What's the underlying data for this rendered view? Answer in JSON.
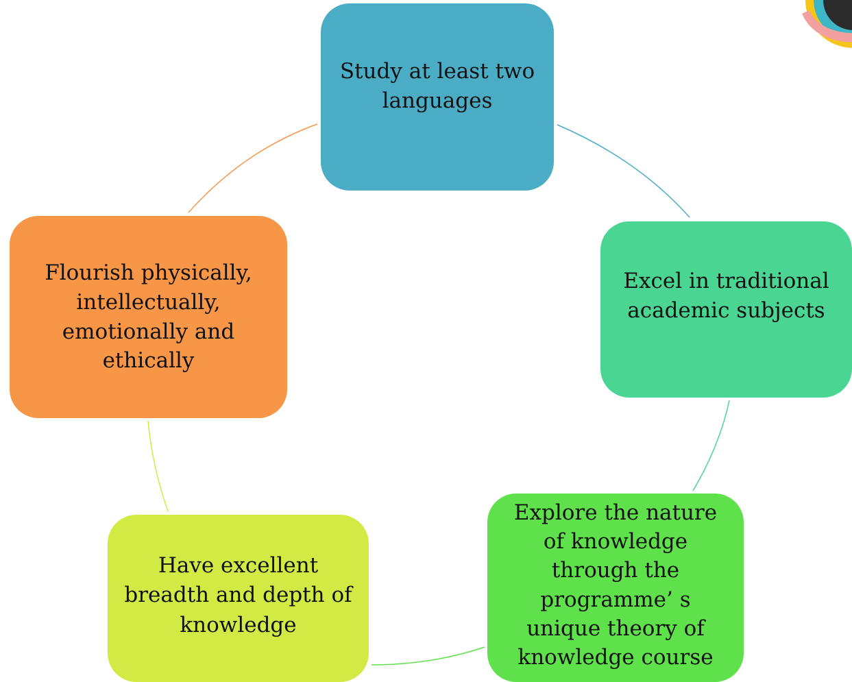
{
  "nodes": [
    {
      "id": "languages",
      "text": "Study at least two languages",
      "lines": [
        "Study at least two",
        "languages"
      ],
      "color": "#4BACC6"
    },
    {
      "id": "academic",
      "text": "Excel in traditional academic subjects",
      "lines": [
        "Excel in traditional",
        "academic subjects"
      ],
      "color": "#4AD592"
    },
    {
      "id": "tok",
      "text": "Explore the nature of knowledge through the programme’ s unique theory of knowledge course",
      "lines": [
        "Explore the nature",
        "of knowledge",
        "through the",
        "programme’ s",
        "unique theory of",
        "knowledge course"
      ],
      "color": "#5EE14A"
    },
    {
      "id": "knowledge",
      "text": "Have excellent breadth and depth of knowledge",
      "lines": [
        "Have excellent",
        "breadth and depth of",
        "knowledge"
      ],
      "color": "#D3E944"
    },
    {
      "id": "flourish",
      "text": "Flourish physically, intellectually, emotionally and ethically",
      "lines": [
        "Flourish physically,",
        "intellectually,",
        "emotionally and",
        "ethically"
      ],
      "color": "#F79646"
    }
  ],
  "connectors": [
    {
      "from": "languages",
      "to": "academic",
      "color": "#4BACC6"
    },
    {
      "from": "academic",
      "to": "tok",
      "color": "#4AD592"
    },
    {
      "from": "tok",
      "to": "knowledge",
      "color": "#5EE14A"
    },
    {
      "from": "knowledge",
      "to": "flourish",
      "color": "#D3E944"
    },
    {
      "from": "flourish",
      "to": "languages",
      "color": "#F79646"
    }
  ],
  "logo_colors": [
    "#F5C518",
    "#3FB6C8",
    "#2B2B2B",
    "#F2A0A0",
    "#4A4A4A"
  ]
}
